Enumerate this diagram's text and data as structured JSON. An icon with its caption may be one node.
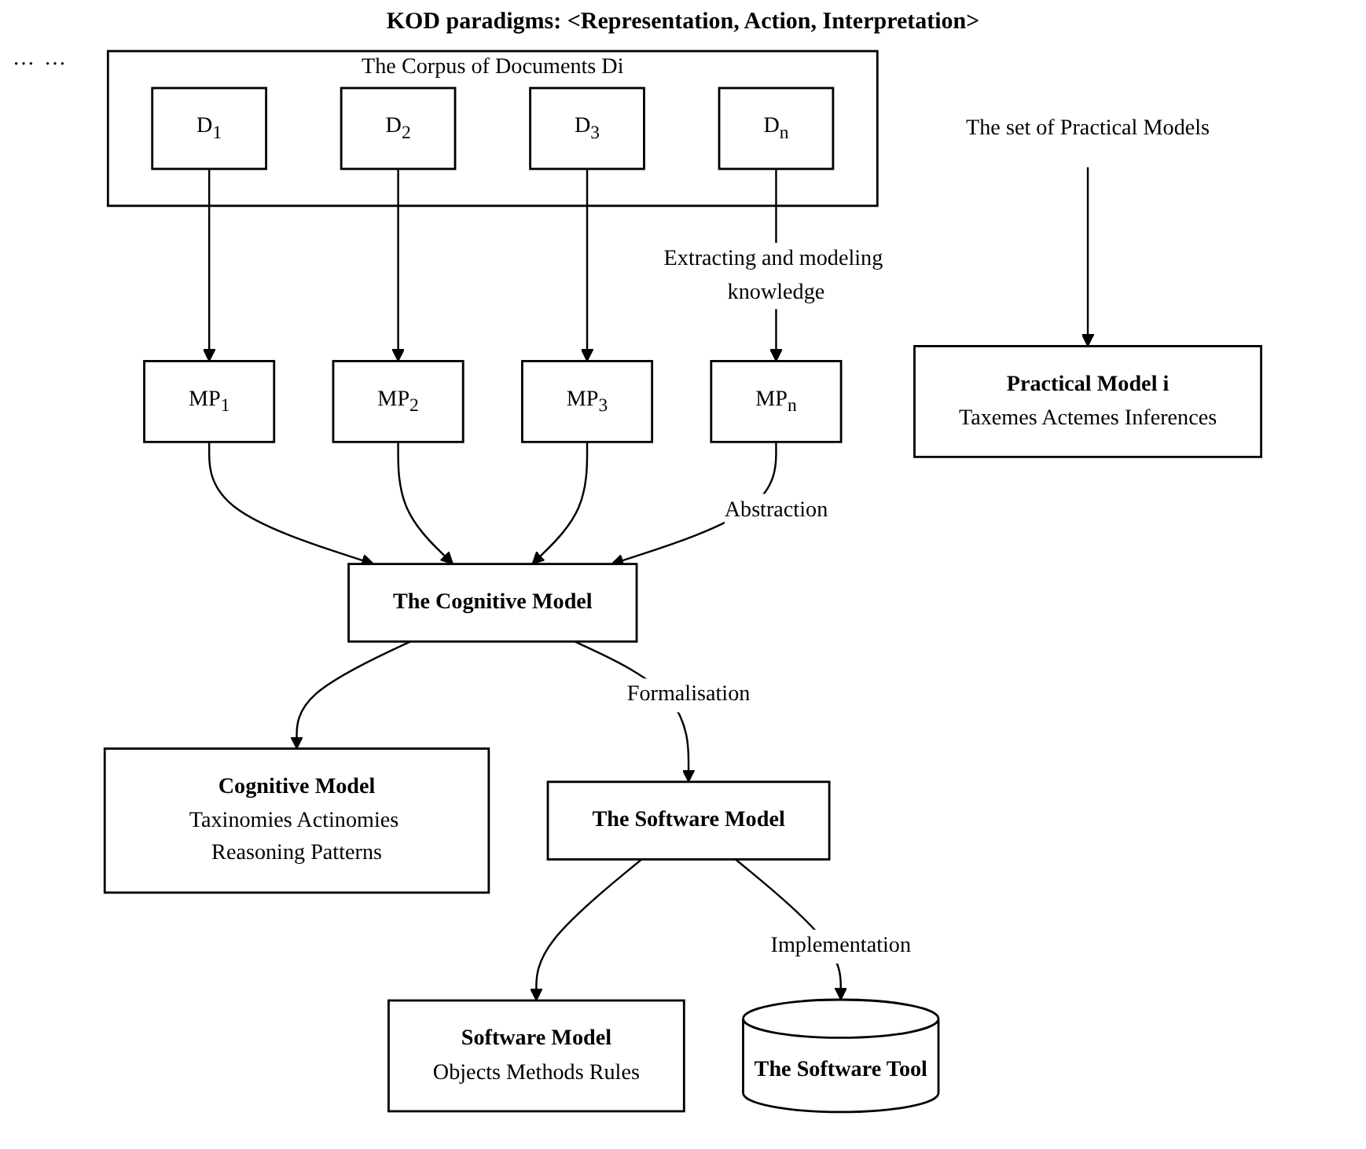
{
  "diagram": {
    "title": "KOD paradigms: <Representation, Action, Interpretation>",
    "nodes": [
      {
        "text": [
          "The Corpus of Documents Di"
        ]
      },
      {
        "text": [
          "D$_{1}$"
        ],
        "in": 0
      },
      {
        "text": [
          "D$_{2}$"
        ],
        "in": 0
      },
      {
        "text": [
          "D$_{3}$"
        ],
        "in": 0
      },
      {
        "text": [
          "D$_{n}$"
        ],
        "in": 0
      },
      {
        "text": [
          "MP$_{1}$"
        ]
      },
      {
        "text": [
          "MP$_{2}$"
        ]
      },
      {
        "text": [
          "MP$_{3}$"
        ]
      },
      {
        "text": [
          "MP$_{n}$"
        ]
      },
      {
        "text": [
          "The set of Practical Models"
        ]
      },
      {
        "text": [
          "Practical Model i",
          "Taxemes Actemes Inferences"
        ]
      },
      {
        "text": [
          "The Cognitive Model"
        ]
      },
      {
        "text": [
          "Cognitive Model",
          "Taxinomies Actinomies Reasoning Patterns"
        ]
      },
      {
        "text": [
          "The Software Model"
        ]
      },
      {
        "text": [
          "Software Model",
          "Objects Methods Rules"
        ]
      },
      {
        "text": [
          "The Software Tool"
        ]
      }
    ],
    "edges": [
      {
        "from": 1,
        "to": 5,
        "arrow": "to"
      },
      {
        "from": 2,
        "to": 6,
        "arrow": "to"
      },
      {
        "from": 3,
        "to": 7,
        "arrow": "to"
      },
      {
        "from": 4,
        "to": 8,
        "arrow": "to",
        "label": "Extracting and modeling knowledge"
      },
      {
        "from": 5,
        "to": 11,
        "arrow": "to"
      },
      {
        "from": 6,
        "to": 11,
        "arrow": "to"
      },
      {
        "from": 7,
        "to": 11,
        "arrow": "to"
      },
      {
        "from": 8,
        "to": 11,
        "arrow": "to",
        "label": "Abstraction"
      },
      {
        "from": 9,
        "to": 10,
        "arrow": "to"
      },
      {
        "from": 11,
        "to": 12,
        "arrow": "to"
      },
      {
        "from": 11,
        "to": 13,
        "arrow": "to",
        "label": "Formalisation"
      },
      {
        "from": 13,
        "to": 14,
        "arrow": "to"
      },
      {
        "from": 13,
        "to": 15,
        "arrow": "to",
        "label": "Implementation"
      }
    ],
    "labels": [
      "…",
      "…"
    ]
  }
}
